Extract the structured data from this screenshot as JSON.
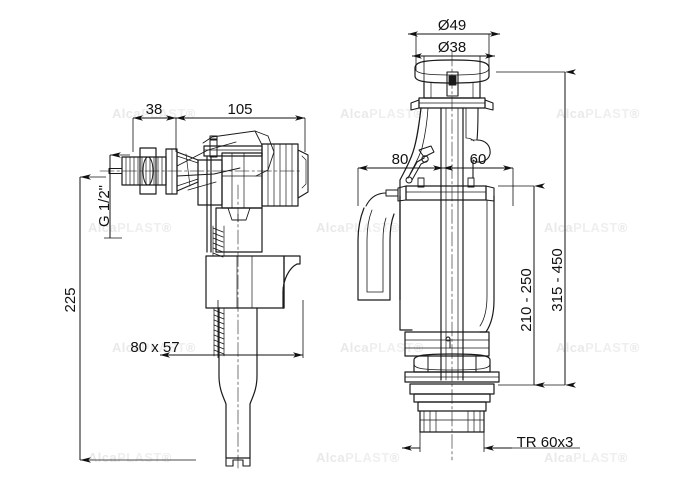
{
  "document": {
    "title": "Toilet cistern valve assembly technical drawing",
    "background_color": "#ffffff",
    "line_color": "#1a1a1a",
    "text_color": "#111111",
    "watermark_color": "#e9e9e9"
  },
  "watermark": {
    "text": "AlcaPLAST",
    "occurrences": 12
  },
  "drawings": [
    {
      "id": "fill-valve",
      "name": "side-entry-fill-valve",
      "position": "left"
    },
    {
      "id": "flush-valve",
      "name": "dual-flush-valve",
      "position": "right"
    }
  ],
  "dimensions": {
    "fill_valve": [
      {
        "id": "d38",
        "label": "38",
        "orientation": "horizontal",
        "name": "dimension-38"
      },
      {
        "id": "d105",
        "label": "105",
        "orientation": "horizontal",
        "name": "dimension-105"
      },
      {
        "id": "dg12",
        "label": "G 1/2\"",
        "orientation": "vertical",
        "name": "thread-callout-g-half-inch"
      },
      {
        "id": "d225",
        "label": "225",
        "orientation": "vertical",
        "name": "dimension-225"
      },
      {
        "id": "d8057",
        "label": "80 x 57",
        "orientation": "horizontal",
        "name": "dimension-80x57"
      }
    ],
    "flush_valve": [
      {
        "id": "d49",
        "label": "Ø49",
        "orientation": "horizontal",
        "name": "dimension-diameter-49"
      },
      {
        "id": "d38d",
        "label": "Ø38",
        "orientation": "horizontal",
        "name": "dimension-diameter-38"
      },
      {
        "id": "d80",
        "label": "80",
        "orientation": "horizontal",
        "name": "dimension-80"
      },
      {
        "id": "d60",
        "label": "60",
        "orientation": "horizontal",
        "name": "dimension-60"
      },
      {
        "id": "d210250",
        "label": "210 - 250",
        "orientation": "vertical",
        "name": "dimension-210-250"
      },
      {
        "id": "d315450",
        "label": "315 - 450",
        "orientation": "vertical",
        "name": "dimension-315-450"
      },
      {
        "id": "dtr",
        "label": "TR 60x3",
        "orientation": "horizontal",
        "name": "thread-callout-tr-60x3"
      }
    ]
  }
}
